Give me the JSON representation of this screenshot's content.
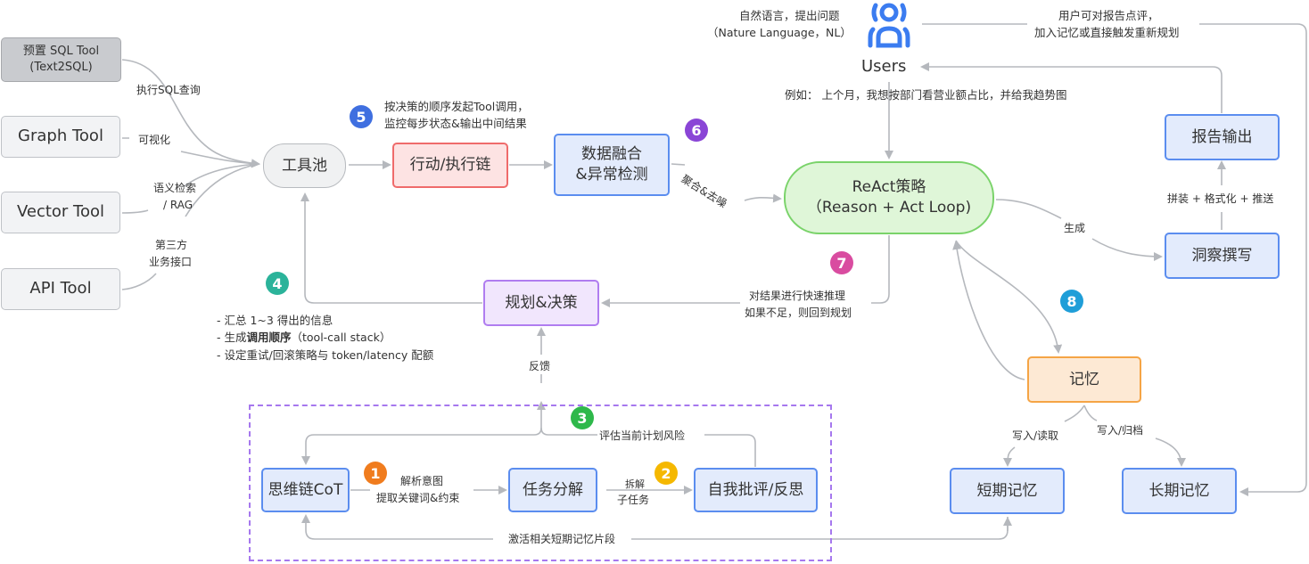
{
  "tools": {
    "sql": {
      "line1": "预置 SQL Tool",
      "line2": "(Text2SQL)"
    },
    "graph": "Graph Tool",
    "vector": "Vector Tool",
    "api": "API  Tool"
  },
  "tool_edges": {
    "sql": "执行SQL查询",
    "graph": "可视化",
    "vector_line1": "语义检索",
    "vector_line2": "/ RAG",
    "api_line1": "第三方",
    "api_line2": "业务接口"
  },
  "nodes": {
    "tool_pool": "工具池",
    "action_chain": "行动/执行链",
    "data_fusion_line1": "数据融合",
    "data_fusion_line2": "&异常检测",
    "react_line1": "ReAct策略",
    "react_line2": "（Reason + Act Loop)",
    "planning": "规划&决策",
    "report_output": "报告输出",
    "insight_writing": "洞察撰写",
    "memory": "记忆",
    "short_memory": "短期记忆",
    "long_memory": "长期记忆",
    "cot": "思维链CoT",
    "task_decompose": "任务分解",
    "self_critique": "自我批评/反思"
  },
  "users": {
    "label": "Users",
    "icon": "user-icon",
    "input_line1": "自然语言，提出问题",
    "input_line2": "（Nature Language，NL）",
    "example": "例如： 上个月，我想按部门看营业额占比，并给我趋势图",
    "feedback_line1": "用户可对报告点评，",
    "feedback_line2": "加入记忆或直接触发重新规划"
  },
  "edge_labels": {
    "step5_line1": "按决策的顺序发起Tool调用，",
    "step5_line2": "监控每步状态&输出中间结果",
    "aggregate": "聚合&去噪",
    "generate": "生成",
    "assemble": "拼装 + 格式化 + 推送",
    "step7_line1": "对结果进行快速推理",
    "step7_line2": "如果不足，则回到规划",
    "feedback": "反馈",
    "evaluate_risk": "评估当前计划风险",
    "parse_line1": "解析意图",
    "parse_line2": "提取关键词&约束",
    "split_line1": "拆解",
    "split_line2": "子任务",
    "activate_memory": "激活相关短期记忆片段",
    "write_read": "写入/读取",
    "write_archive": "写入/归档"
  },
  "planning_notes": {
    "line1": "- 汇总 1~3 得出的信息",
    "line2_prefix": "- 生成",
    "line2_bold": "调用顺序",
    "line2_suffix": "（tool-call stack）",
    "line3": "- 设定重试/回滚策略与 token/latency 配额"
  },
  "badges": [
    {
      "num": "1",
      "color": "#f07c1e"
    },
    {
      "num": "2",
      "color": "#f5b800"
    },
    {
      "num": "3",
      "color": "#2eb84a"
    },
    {
      "num": "4",
      "color": "#2bb39a"
    },
    {
      "num": "5",
      "color": "#3f6fe0"
    },
    {
      "num": "6",
      "color": "#8a45d6"
    },
    {
      "num": "7",
      "color": "#d94ca0"
    },
    {
      "num": "8",
      "color": "#1f9ed8"
    }
  ],
  "colors": {
    "connector": "#b5b8bd",
    "user_icon": "#3b7cf0",
    "dashed_group": "#a678ee"
  }
}
